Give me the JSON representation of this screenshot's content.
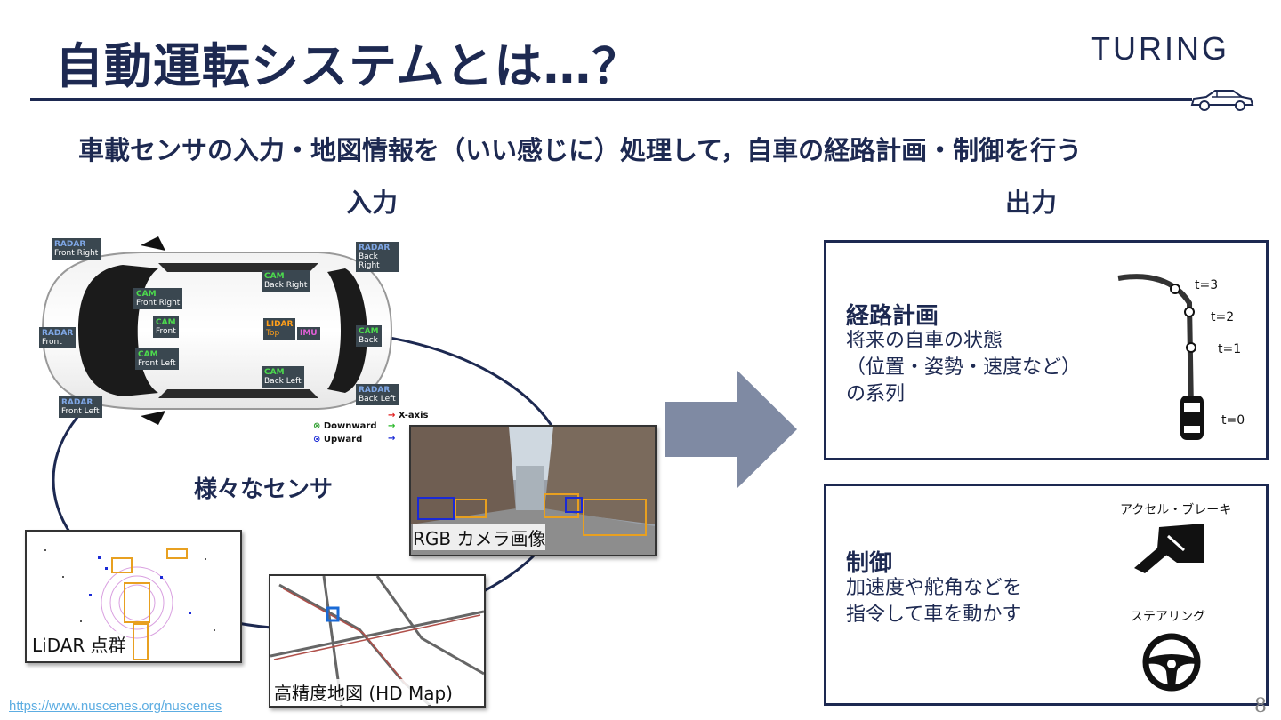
{
  "slide": {
    "title": "自動運転システムとは…？",
    "logo": "TURING",
    "subtitle": "車載センサの入力・地図情報を（いい感じに）処理して，自車の経路計画・制御を行う",
    "input_label": "入力",
    "output_label": "出力",
    "page_number": "8"
  },
  "sensors": {
    "caption": "様々なセンサ",
    "tags": [
      {
        "kind": "RADAR",
        "sub": "Front Right"
      },
      {
        "kind": "RADAR",
        "sub": "Back Right"
      },
      {
        "kind": "CAM",
        "sub": "Back Right"
      },
      {
        "kind": "CAM",
        "sub": "Front Right"
      },
      {
        "kind": "CAM",
        "sub": "Front"
      },
      {
        "kind": "LIDAR",
        "sub": "Top"
      },
      {
        "kind": "IMU",
        "sub": ""
      },
      {
        "kind": "CAM",
        "sub": "Back"
      },
      {
        "kind": "RADAR",
        "sub": "Front"
      },
      {
        "kind": "CAM",
        "sub": "Front Left"
      },
      {
        "kind": "CAM",
        "sub": "Back Left"
      },
      {
        "kind": "RADAR",
        "sub": "Back Left"
      },
      {
        "kind": "RADAR",
        "sub": "Front Left"
      }
    ],
    "legend": {
      "downward": "Downward",
      "upward": "Upward",
      "x_axis": "X-axis"
    },
    "colors": {
      "radar": "#7fa7e6",
      "cam": "#4ddc4d",
      "lidar": "#ff9f1a",
      "imu": "#e05fd6"
    }
  },
  "images": {
    "rgb": "RGB カメラ画像",
    "lidar": "LiDAR 点群",
    "hdmap": "高精度地図 (HD Map)"
  },
  "planning": {
    "title": "経路計画",
    "lines": [
      "将来の自車の状態",
      "（位置・姿勢・速度など）",
      "の系列"
    ],
    "timesteps": [
      "t=3",
      "t=2",
      "t=1",
      "t=0"
    ]
  },
  "control": {
    "title": "制御",
    "lines": [
      "加速度や舵角などを",
      "指令して車を動かす"
    ],
    "pedal_label": "アクセル・ブレーキ",
    "steering_label": "ステアリング"
  },
  "source_link": "https://www.nuscenes.org/nuscenes"
}
